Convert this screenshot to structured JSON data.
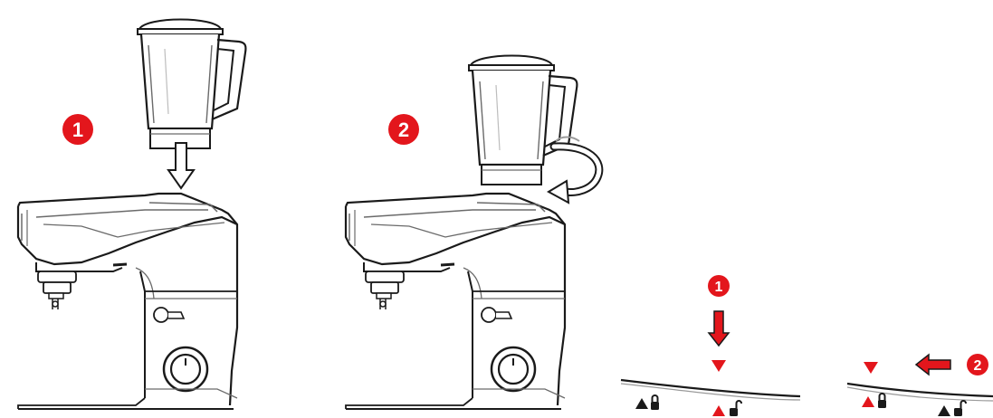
{
  "steps": [
    {
      "number": "1"
    },
    {
      "number": "2"
    }
  ],
  "lock_steps": [
    {
      "number": "1"
    },
    {
      "number": "2"
    }
  ],
  "icons": {
    "down_arrow": "down-arrow-icon",
    "rotate_arrow": "rotate-arrow-icon",
    "lock": "lock-icon",
    "unlock": "unlock-icon"
  },
  "colors": {
    "accent_red": "#e3161c",
    "line": "#1a1a1a",
    "light_line": "#9a9a9a",
    "badge_text": "#ffffff"
  }
}
